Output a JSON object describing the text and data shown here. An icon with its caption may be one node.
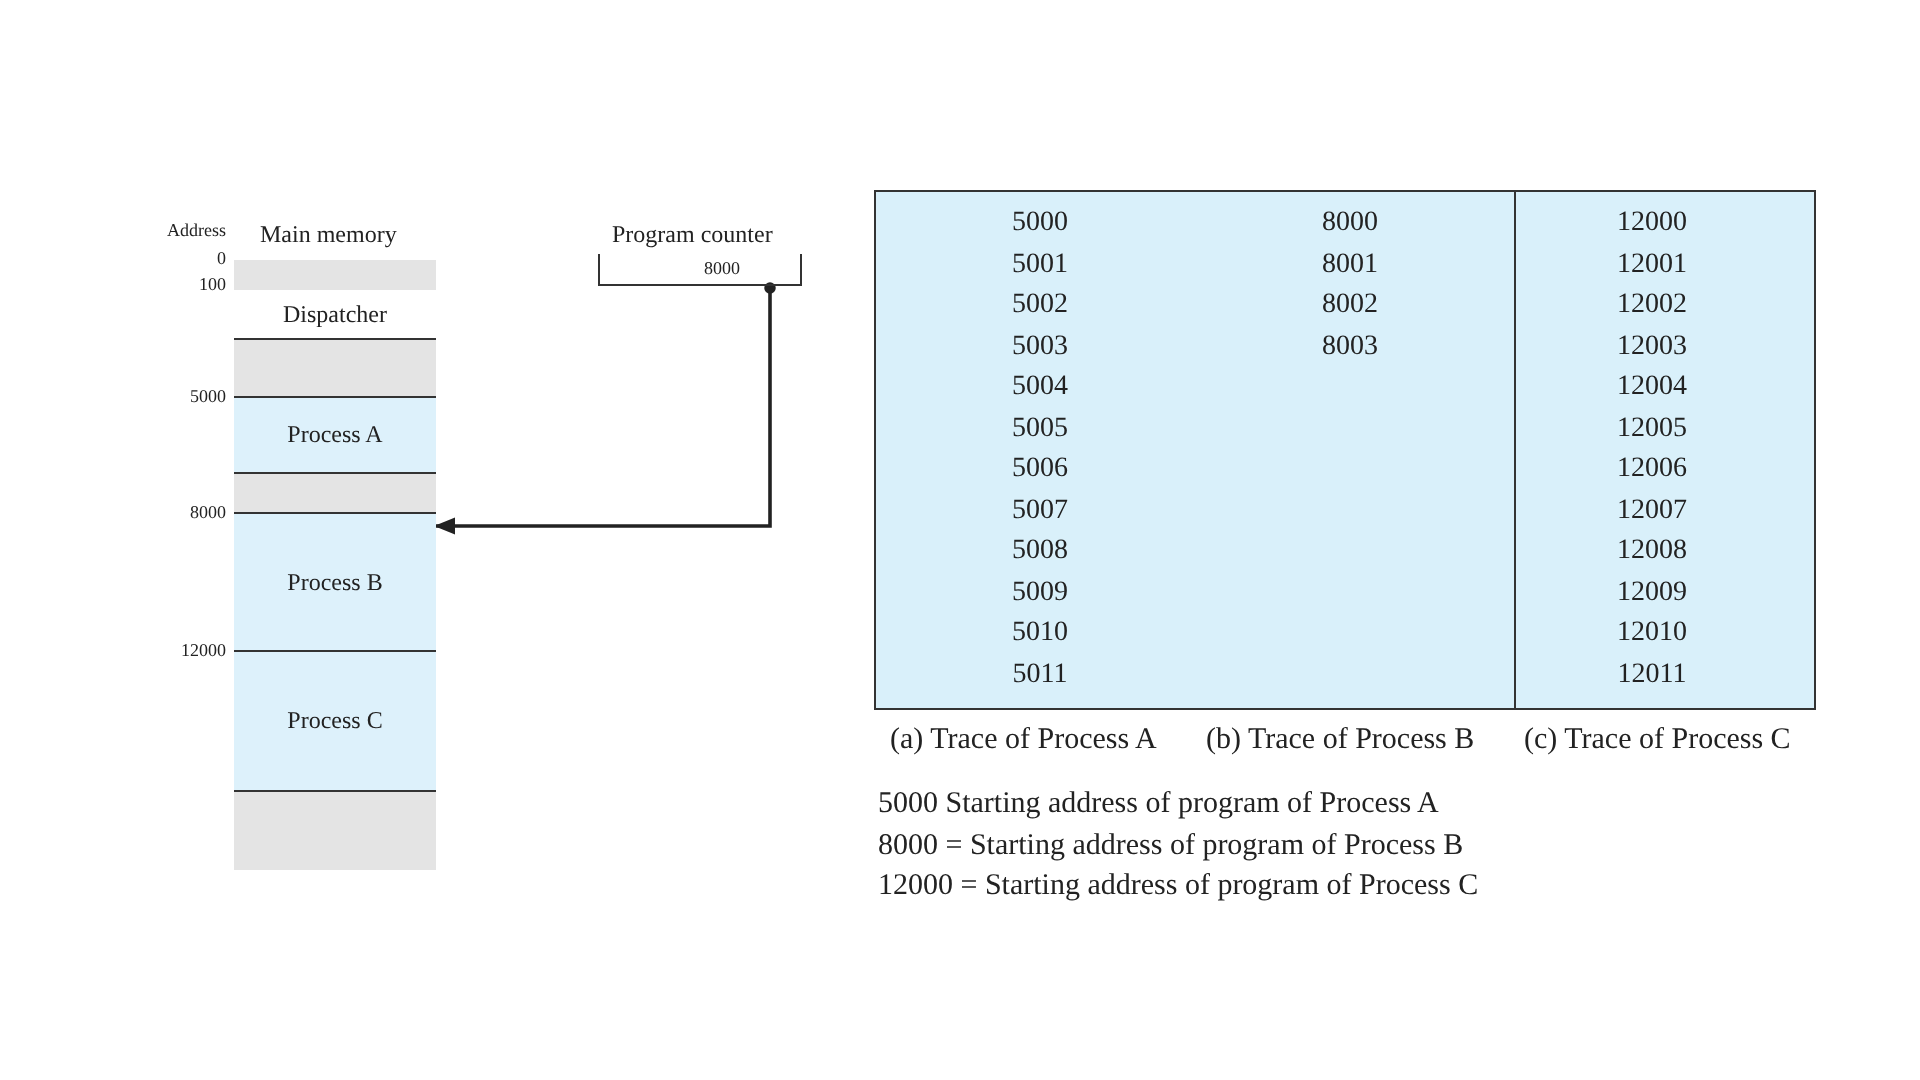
{
  "diagram": {
    "nodes": [
      {
        "text": [
          "Main memory"
        ]
      },
      {
        "text": [],
        "shape": "box",
        "in": 0
      },
      {
        "text": [
          "Dispatcher"
        ],
        "in": 0
      },
      {
        "text": [],
        "shape": "box",
        "in": 0
      },
      {
        "text": [
          "Process A"
        ],
        "in": 0
      },
      {
        "text": [],
        "shape": "box",
        "in": 0
      },
      {
        "text": [
          "Process B"
        ],
        "in": 0
      },
      {
        "text": [
          "Process C"
        ],
        "in": 0
      },
      {
        "text": [],
        "shape": "box",
        "in": 0
      },
      {
        "text": [
          "Program counter",
          "8000"
        ]
      }
    ],
    "edges": [
      {
        "from": 9,
        "to": 6,
        "arrow": "to"
      }
    ],
    "labels": [
      "Address",
      "0",
      "100",
      "5000",
      "8000",
      "12000",
      "5000",
      "8000",
      "12000",
      "5001",
      "8001",
      "12001",
      "5002",
      "8002",
      "12002",
      "5003",
      "8003",
      "12003",
      "5004",
      "12004",
      "5005",
      "12005",
      "5006",
      "12006",
      "5007",
      "12007",
      "5008",
      "12008",
      "5009",
      "12009",
      "5010",
      "12010",
      "5011",
      "12011",
      "(a) Trace of Process A",
      "(b) Trace of Process B",
      "(c) Trace of Process C",
      "5000 Starting address of program of Process A",
      "8000 = Starting address of program of Process B",
      "12000 = Starting address of program of Process C"
    ]
  }
}
